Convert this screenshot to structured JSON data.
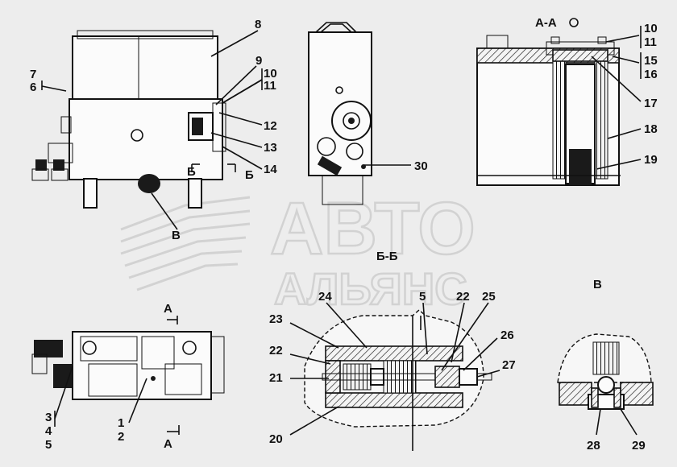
{
  "watermark": {
    "line1": "АВТО",
    "line2": "АЛЬЯНС"
  },
  "section_titles": {
    "aa": "А-А",
    "bb": "Б-Б",
    "v": "В"
  },
  "view_marks": {
    "a_top": "А",
    "a_bottom": "А",
    "b_left": "Б",
    "b_right": "Б",
    "v_callout": "В"
  },
  "callouts": {
    "c1": "1",
    "c2": "2",
    "c3": "3",
    "c4": "4",
    "c5": "5",
    "c5b": "5",
    "c6": "6",
    "c7": "7",
    "c8": "8",
    "c9": "9",
    "c10": "10",
    "c10b": "10",
    "c11": "11",
    "c11b": "11",
    "c12": "12",
    "c13": "13",
    "c14": "14",
    "c15": "15",
    "c16": "16",
    "c17": "17",
    "c18": "18",
    "c19": "19",
    "c20": "20",
    "c21": "21",
    "c22": "22",
    "c22b": "22",
    "c23": "23",
    "c24": "24",
    "c25": "25",
    "c26": "26",
    "c27": "27",
    "c28": "28",
    "c29": "29",
    "c30": "30"
  }
}
